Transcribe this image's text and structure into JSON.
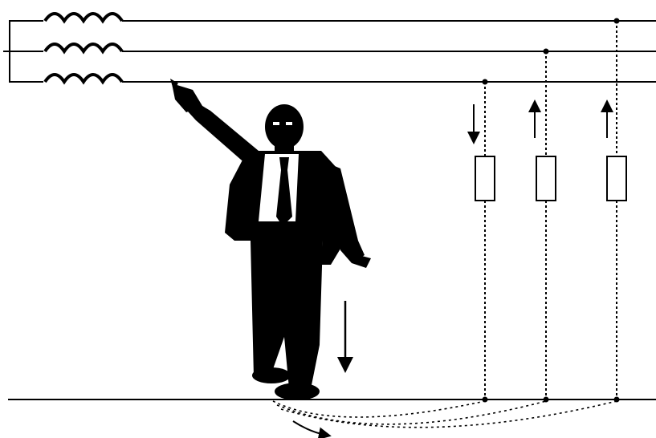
{
  "diagram": {
    "kind": "electrical-shock-illustration",
    "conductors": [
      "phase-1",
      "phase-2",
      "phase-3",
      "ground"
    ],
    "loads": [
      "load-1",
      "load-2",
      "load-3"
    ],
    "current_arrows": [
      "down",
      "up",
      "up"
    ]
  },
  "colors": {
    "ink": "#000000",
    "background": "#ffffff",
    "resistor_fill": "#ffffff"
  }
}
